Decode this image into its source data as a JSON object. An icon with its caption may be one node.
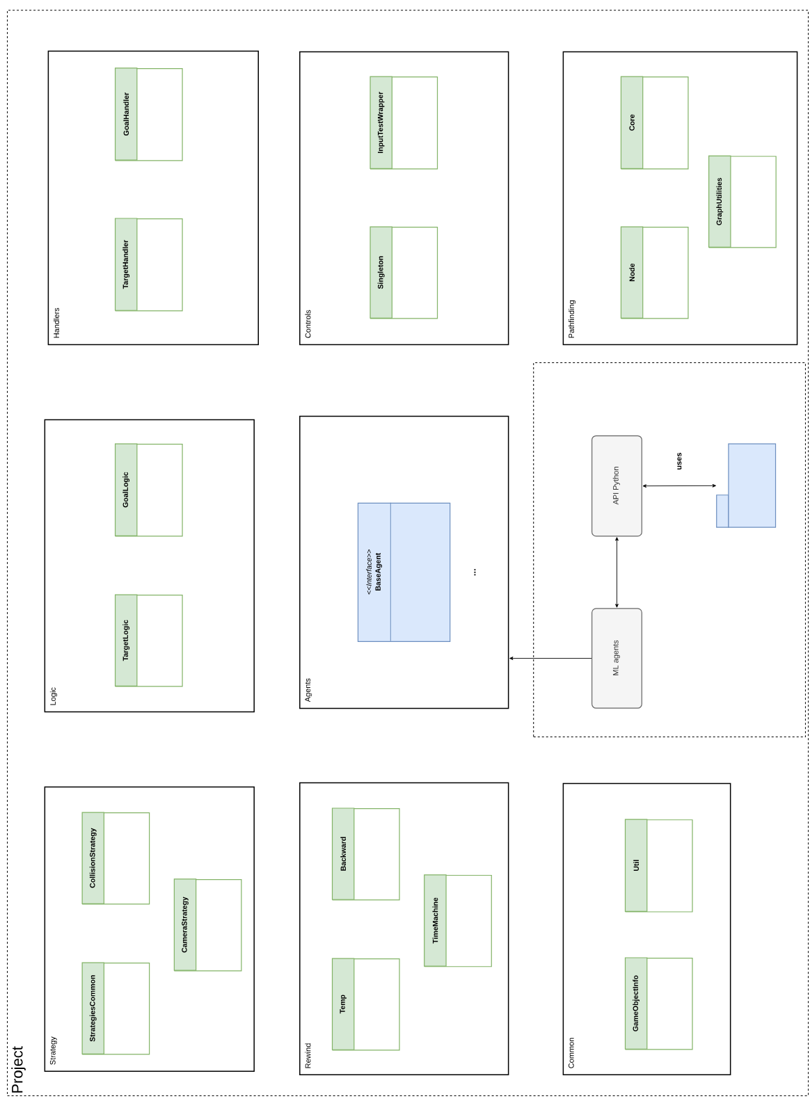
{
  "diagram": {
    "nodes": [
      {
        "text": [
          "Project"
        ]
      },
      {
        "text": [
          "Handlers"
        ],
        "in": 0
      },
      {
        "text": [
          "TargetHandler"
        ],
        "in": 1
      },
      {
        "text": [
          "GoalHandler"
        ],
        "in": 1
      },
      {
        "text": [
          "Logic"
        ],
        "in": 0
      },
      {
        "text": [
          "TargetLogic"
        ],
        "in": 4
      },
      {
        "text": [
          "GoalLogic"
        ],
        "in": 4
      },
      {
        "text": [
          "Strategy"
        ],
        "in": 0
      },
      {
        "text": [
          "StrategiesCommon"
        ],
        "in": 7
      },
      {
        "text": [
          "CollisionStrategy"
        ],
        "in": 7
      },
      {
        "text": [
          "CameraStrategy"
        ],
        "in": 7
      },
      {
        "text": [
          "Controls"
        ],
        "in": 0
      },
      {
        "text": [
          "Singleton"
        ],
        "in": 11
      },
      {
        "text": [
          "InputTestWrapper"
        ],
        "in": 11
      },
      {
        "text": [
          "Agents"
        ],
        "in": 0
      },
      {
        "text": [
          "<<*Interface*>>",
          "BaseAgent"
        ],
        "in": 14
      },
      {
        "text": [
          "Rewind"
        ],
        "in": 0
      },
      {
        "text": [
          "Temp"
        ],
        "in": 16
      },
      {
        "text": [
          "Backward"
        ],
        "in": 16
      },
      {
        "text": [
          "TimeMachine"
        ],
        "in": 16
      },
      {
        "text": [],
        "shape": "box",
        "in": 0
      },
      {
        "text": [
          "API Python"
        ],
        "in": 20
      },
      {
        "text": [
          "ML agents"
        ],
        "in": 20
      },
      {
        "text": [],
        "shape": "box",
        "in": 20
      },
      {
        "text": [
          "Pathfinding"
        ],
        "in": 0
      },
      {
        "text": [
          "Node"
        ],
        "in": 24
      },
      {
        "text": [
          "Core"
        ],
        "in": 24
      },
      {
        "text": [
          "GraphUtilities"
        ],
        "in": 24
      },
      {
        "text": [
          "Common"
        ],
        "in": 0
      },
      {
        "text": [
          "GameObjectInfo"
        ],
        "in": 28
      },
      {
        "text": [
          "Util"
        ],
        "in": 28
      }
    ],
    "edges": [
      {
        "from": 22,
        "to": 14,
        "arrow": "to"
      },
      {
        "from": 21,
        "to": 22,
        "arrow": "both"
      },
      {
        "from": 21,
        "to": 23,
        "arrow": "both",
        "label": "uses"
      }
    ],
    "labels": [
      "..."
    ]
  }
}
